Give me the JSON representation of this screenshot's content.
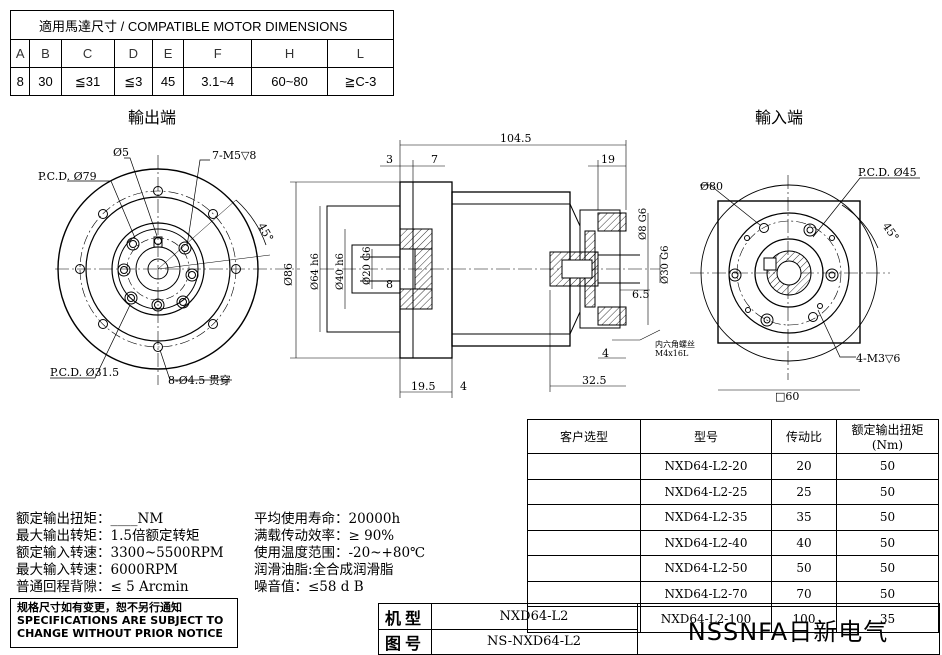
{
  "dims_table": {
    "title": "適用馬達尺寸 / COMPATIBLE MOTOR DIMENSIONS",
    "headers": [
      "A",
      "B",
      "C",
      "D",
      "E",
      "F",
      "H",
      "L"
    ],
    "values": [
      "8",
      "30",
      "≦31",
      "≦3",
      "45",
      "3.1~4",
      "60~80",
      "≧C-3"
    ]
  },
  "views": {
    "output_title": "輸出端",
    "input_title": "輸入端"
  },
  "output_view": {
    "pcd79": "P.C.D. Ø79",
    "d5": "Ø5",
    "m5": "7-M5▽8",
    "angle": "45°",
    "pcd315": "P.C.D. Ø31.5",
    "holes": "8-Ø4.5 贯穿"
  },
  "side_view": {
    "total_len": "104.5",
    "d3": "3",
    "d7": "7",
    "d19": "19",
    "d86": "Ø86",
    "d64": "Ø64 h6",
    "d40": "Ø40 h6",
    "d20": "Ø20 G6",
    "d8": "8",
    "d8g6": "Ø8 G6",
    "d30g6": "Ø30 G6",
    "d65": "6.5",
    "d4a": "4",
    "d195": "19.5",
    "d4b": "4",
    "d325": "32.5",
    "screw": "内六角螺丝",
    "screw_spec": "M4x16L"
  },
  "input_view": {
    "d80": "Ø80",
    "pcd45": "P.C.D. Ø45",
    "angle": "45°",
    "m3": "4-M3▽6",
    "sq60": "□60"
  },
  "specs_left": [
    {
      "label": "额定输出扭矩：",
      "value": "____NM"
    },
    {
      "label": "最大输出转矩：",
      "value": "1.5倍额定转矩"
    },
    {
      "label": "额定输入转速：",
      "value": "3300~5500RPM"
    },
    {
      "label": "最大输入转速：",
      "value": "6000RPM"
    },
    {
      "label": "普通回程背隙：",
      "value": "≤ 5 Arcmin"
    }
  ],
  "specs_right": [
    {
      "label": "平均使用寿命：",
      "value": "20000h"
    },
    {
      "label": "满载传动效率：",
      "value": "≥  90%"
    },
    {
      "label": "使用温度范围：",
      "value": "-20~+80℃"
    },
    {
      "label": "润滑油脂:",
      "value": "全合成润滑脂"
    },
    {
      "label": "噪音值",
      "value": "：≤58 d B"
    }
  ],
  "model_table": {
    "headers": [
      "客户选型",
      "型号",
      "传动比",
      "额定输出扭矩 (Nm)"
    ],
    "rows": [
      [
        "",
        "NXD64-L2-20",
        "20",
        "50"
      ],
      [
        "",
        "NXD64-L2-25",
        "25",
        "50"
      ],
      [
        "",
        "NXD64-L2-35",
        "35",
        "50"
      ],
      [
        "",
        "NXD64-L2-40",
        "40",
        "50"
      ],
      [
        "",
        "NXD64-L2-50",
        "50",
        "50"
      ],
      [
        "",
        "NXD64-L2-70",
        "70",
        "50"
      ],
      [
        "",
        "NXD64-L2-100",
        "100",
        "35"
      ]
    ]
  },
  "notice": {
    "line1": "规格尺寸如有变更，恕不另行通知",
    "line2": "SPECIFICATIONS ARE SUBJECT TO",
    "line3": "CHANGE WITHOUT PRIOR NOTICE"
  },
  "title_block": {
    "model_label": "机型",
    "model_value": "NXD64-L2",
    "drawing_label": "图号",
    "drawing_value": "NS-NXD64-L2",
    "brand": "NSSNFA日新电气"
  }
}
